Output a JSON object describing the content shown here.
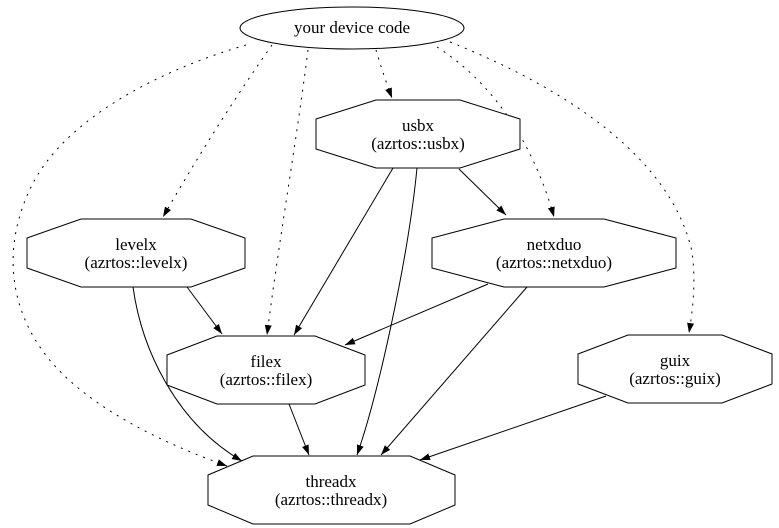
{
  "diagram": {
    "background_color": "#ffffff",
    "stroke_color": "#000000",
    "root": {
      "label": "your device code",
      "shape": "ellipse"
    },
    "nodes": [
      {
        "id": "usbx",
        "label": "usbx",
        "sublabel": "(azrtos::usbx)",
        "shape": "octagon"
      },
      {
        "id": "levelx",
        "label": "levelx",
        "sublabel": "(azrtos::levelx)",
        "shape": "octagon"
      },
      {
        "id": "netxduo",
        "label": "netxduo",
        "sublabel": "(azrtos::netxduo)",
        "shape": "octagon"
      },
      {
        "id": "filex",
        "label": "filex",
        "sublabel": "(azrtos::filex)",
        "shape": "octagon"
      },
      {
        "id": "guix",
        "label": "guix",
        "sublabel": "(azrtos::guix)",
        "shape": "octagon"
      },
      {
        "id": "threadx",
        "label": "threadx",
        "sublabel": "(azrtos::threadx)",
        "shape": "octagon"
      }
    ],
    "edges": [
      {
        "from": "your device code",
        "to": "usbx",
        "style": "dotted"
      },
      {
        "from": "your device code",
        "to": "levelx",
        "style": "dotted"
      },
      {
        "from": "your device code",
        "to": "netxduo",
        "style": "dotted"
      },
      {
        "from": "your device code",
        "to": "filex",
        "style": "dotted"
      },
      {
        "from": "your device code",
        "to": "guix",
        "style": "dotted"
      },
      {
        "from": "your device code",
        "to": "threadx",
        "style": "dotted"
      },
      {
        "from": "usbx",
        "to": "netxduo",
        "style": "solid"
      },
      {
        "from": "usbx",
        "to": "filex",
        "style": "solid"
      },
      {
        "from": "usbx",
        "to": "threadx",
        "style": "solid"
      },
      {
        "from": "levelx",
        "to": "filex",
        "style": "solid"
      },
      {
        "from": "levelx",
        "to": "threadx",
        "style": "solid"
      },
      {
        "from": "netxduo",
        "to": "filex",
        "style": "solid"
      },
      {
        "from": "netxduo",
        "to": "threadx",
        "style": "solid"
      },
      {
        "from": "filex",
        "to": "threadx",
        "style": "solid"
      },
      {
        "from": "guix",
        "to": "threadx",
        "style": "solid"
      }
    ]
  }
}
